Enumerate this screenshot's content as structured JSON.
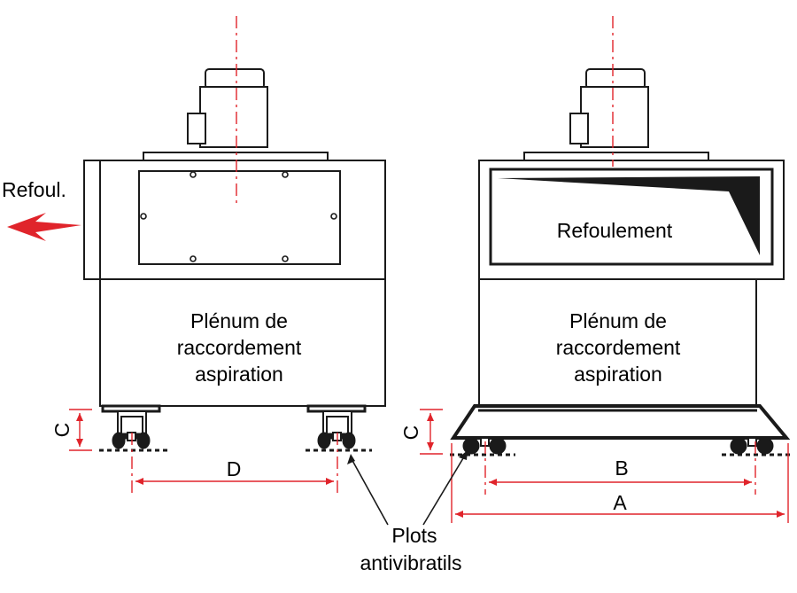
{
  "labels": {
    "refoul_short": "Refoul.",
    "refoulement": "Refoulement",
    "plenum_left": [
      "Plénum de",
      "raccordement",
      "aspiration"
    ],
    "plenum_right": [
      "Plénum de",
      "raccordement",
      "aspiration"
    ],
    "plots": [
      "Plots",
      "antivibratils"
    ]
  },
  "dimensions": {
    "a": "A",
    "b": "B",
    "c_left": "C",
    "c_right": "C",
    "d": "D"
  },
  "colors": {
    "accent": "#e0242b",
    "line": "#1a1a1a"
  }
}
